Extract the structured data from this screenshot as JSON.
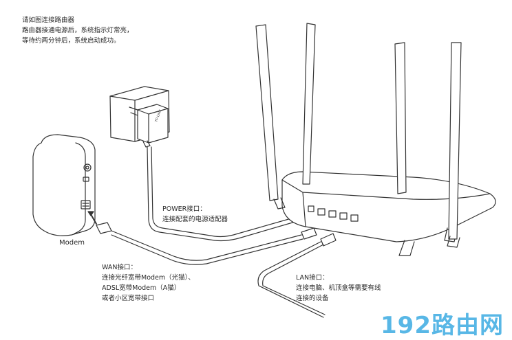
{
  "intro": {
    "line1": "请如图连接路由器",
    "line2": "路由器接通电源后，系统指示灯常亮，",
    "line3": "等待约两分钟后，系统启动成功。"
  },
  "modem": {
    "label": "Modem"
  },
  "adapter": {
    "brand": "TP-LINK"
  },
  "power_port": {
    "title": "POWER接口：",
    "desc": "连接配套的电源适配器"
  },
  "wan_port": {
    "title": "WAN接口：",
    "line1": "连接光纤宽带Modem（光猫）、",
    "line2": "ADSL宽带Modem（A猫）",
    "line3": "或者小区宽带接口"
  },
  "lan_port": {
    "title": "LAN接口：",
    "line1": "连接电脑、机顶盒等需要有线",
    "line2": "连接的设备"
  },
  "watermark": "192路由网",
  "colors": {
    "line": "#333333",
    "watermark": "#58b7e6"
  }
}
